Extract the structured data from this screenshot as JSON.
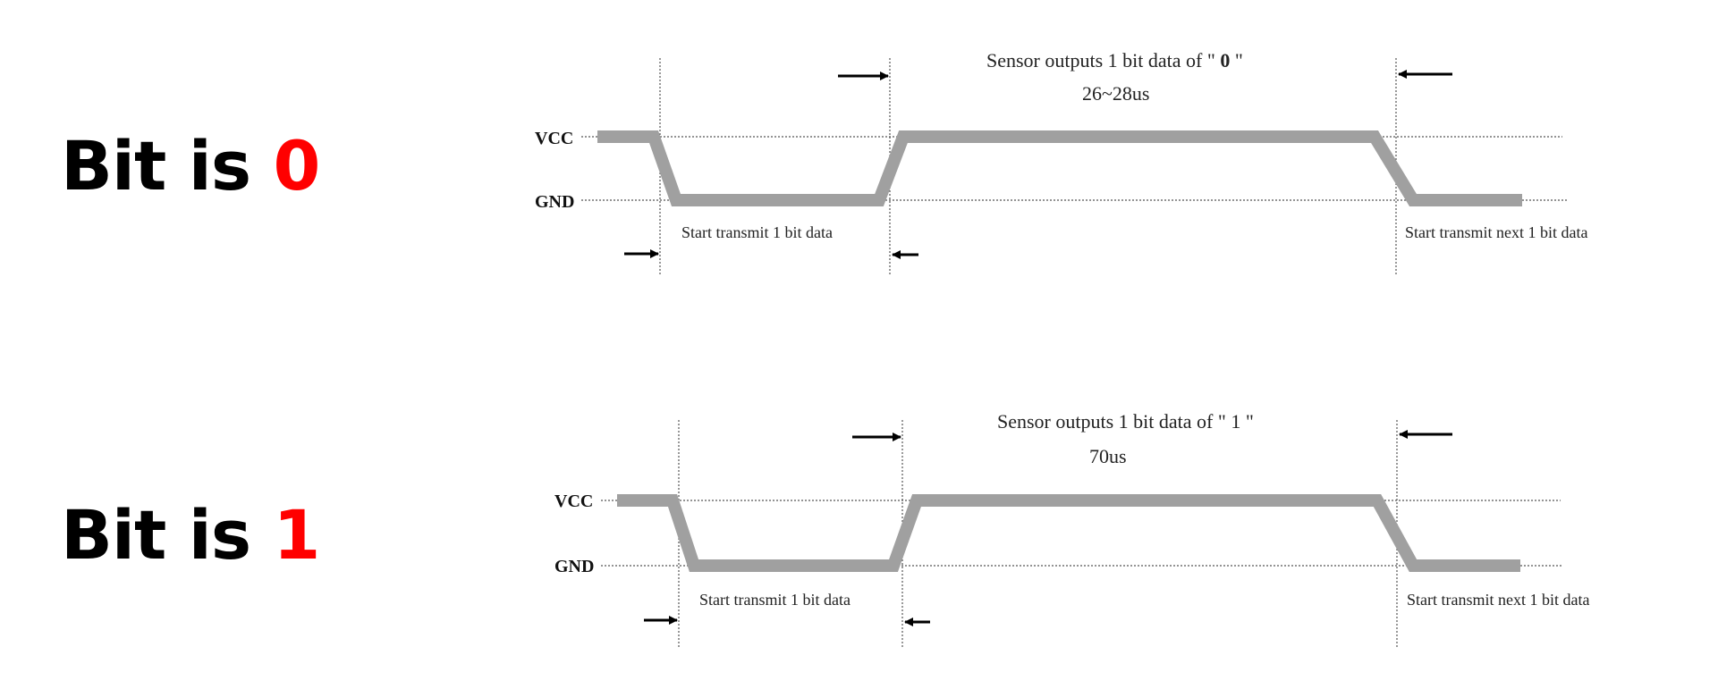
{
  "colors": {
    "signal": "#a0a0a0",
    "guide": "#555555",
    "arrow": "#000000",
    "bit_value": "#ff0000",
    "text": "#000000"
  },
  "panels": [
    {
      "id": "bit-0",
      "title_prefix": "Bit is ",
      "title_value": "0",
      "header_line1_prefix": "Sensor outputs 1 bit data of \" ",
      "header_line1_value": "0",
      "header_line1_suffix": "  \"",
      "duration": "26~28us",
      "vcc_label": "VCC",
      "gnd_label": "GND",
      "low_phase_label": "Start transmit 1 bit data",
      "next_label": "Start transmit next 1 bit data",
      "high_duration_us": [
        26,
        28
      ]
    },
    {
      "id": "bit-1",
      "title_prefix": "Bit is ",
      "title_value": "1",
      "header_line1_prefix": "Sensor outputs 1 bit data of \" ",
      "header_line1_value": "1",
      "header_line1_suffix": " \"",
      "duration": "70us",
      "vcc_label": "VCC",
      "gnd_label": "GND",
      "low_phase_label": "Start transmit 1 bit data",
      "next_label": "Start transmit next 1 bit data",
      "high_duration_us": [
        70,
        70
      ]
    }
  ]
}
